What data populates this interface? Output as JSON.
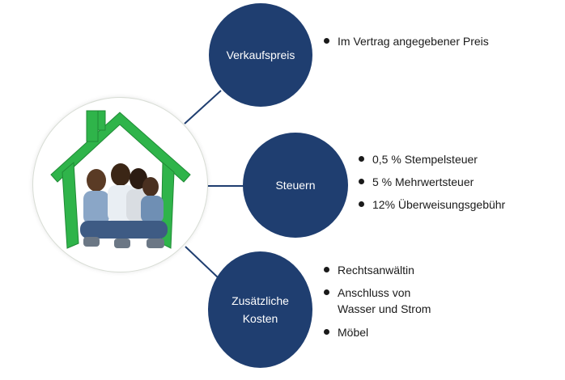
{
  "nodes": [
    {
      "label": "Verkaufspreis",
      "items": [
        "Im Vertrag angegebener Preis"
      ]
    },
    {
      "label": "Steuern",
      "items": [
        "0,5 % Stempelsteuer",
        "5 % Mehrwertsteuer",
        "12% Überweisungsgebühr"
      ]
    },
    {
      "label": "Zusätzliche Kosten",
      "items": [
        "Rechtsanwältin",
        "Anschluss von Wasser und Strom",
        "Möbel"
      ]
    }
  ],
  "colors": {
    "node_fill": "#1f3e70",
    "house_green": "#2fb44a",
    "connector": "#1f3e70",
    "text": "#1a1a1a"
  },
  "icons": {
    "hub": "house-with-family-icon",
    "bullet": "bullet-dot-icon"
  }
}
